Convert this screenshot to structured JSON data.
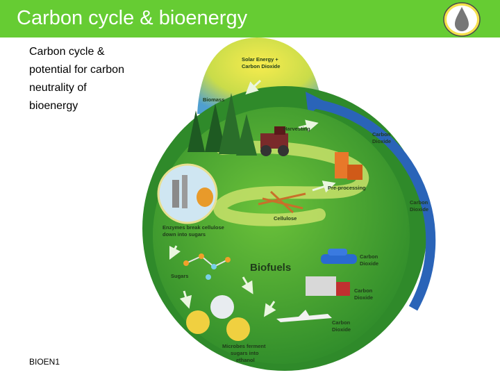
{
  "header": {
    "title": "Carbon cycle & bioenergy",
    "colors": {
      "bar": "#66cc33",
      "text": "#ffffff"
    },
    "logo_icon": "water-drop-icon"
  },
  "content": {
    "body_lines": [
      "Carbon cycle &",
      "potential for carbon",
      "neutrality of",
      "bioenergy"
    ]
  },
  "footer": {
    "label": "BIOEN1"
  },
  "diagram": {
    "labels": {
      "solar_line1": "Solar Energy +",
      "solar_line2": "Carbon Dioxide",
      "biomass": "Biomass",
      "harvesting": "Harvesting",
      "co2_1_line1": "Carbon",
      "co2_1_line2": "Dioxide",
      "preprocessing": "Pre-processing",
      "co2_2_line1": "Carbon",
      "co2_2_line2": "Dioxide",
      "cellulose": "Cellulose",
      "enzymes_line1": "Enzymes break cellulose",
      "enzymes_line2": "down into sugars",
      "biofuels": "Biofuels",
      "co2_car_line1": "Carbon",
      "co2_car_line2": "Dioxide",
      "sugars": "Sugars",
      "co2_truck_line1": "Carbon",
      "co2_truck_line2": "Dioxide",
      "co2_plane_line1": "Carbon",
      "co2_plane_line2": "Dioxide",
      "microbes_line1": "Microbes ferment",
      "microbes_line2": "sugars into",
      "microbes_line3": "ethanol"
    },
    "colors": {
      "outer": "#2f8a2a",
      "inner": "#5fb832",
      "path": "#c8e06a",
      "arrow": "#2a64b8",
      "sky": "#f2e64a"
    }
  }
}
